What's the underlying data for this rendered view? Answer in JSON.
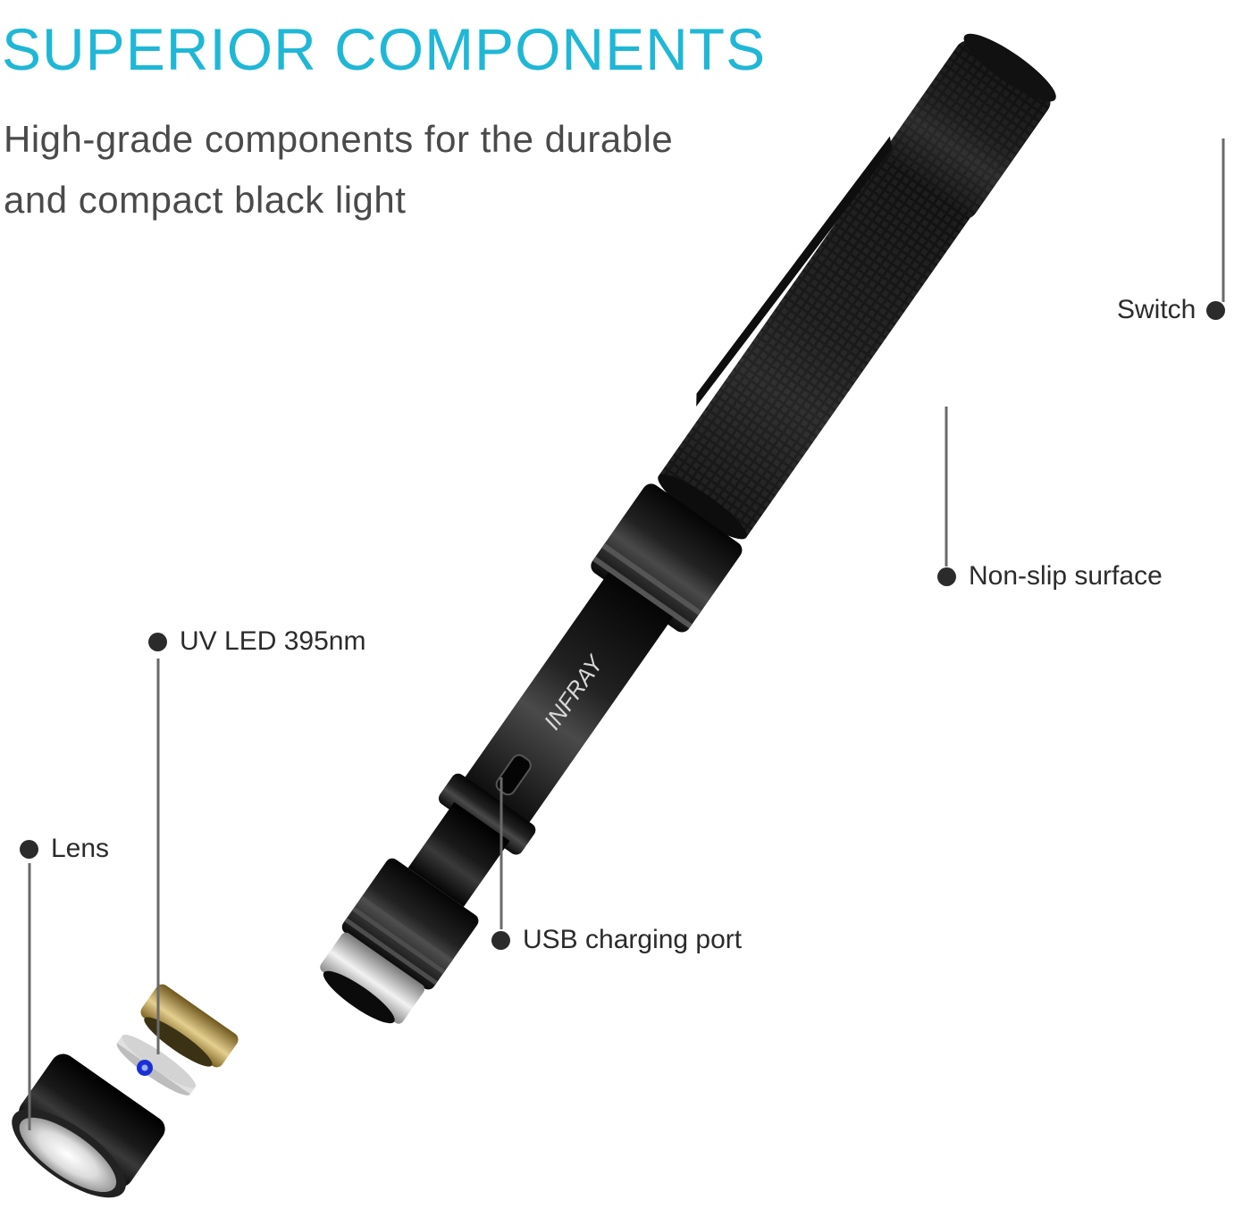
{
  "header": {
    "title": "SUPERIOR COMPONENTS",
    "subtitle_line1": "High-grade components for the durable",
    "subtitle_line2": "and compact black light"
  },
  "product": {
    "brand_mark": "INFRAY"
  },
  "callouts": {
    "switch": "Switch",
    "non_slip": "Non-slip surface",
    "uv_led": "UV LED 395nm",
    "lens": "Lens",
    "usb": "USB charging port"
  },
  "colors": {
    "headline": "#1fb7d6",
    "subtitle": "#4a4a4a",
    "callout_text": "#2b2b2b",
    "body_black": "#151515",
    "brass": "#b99a4e",
    "silver": "#c9c9c9",
    "led_blue": "#1c2fd4"
  }
}
